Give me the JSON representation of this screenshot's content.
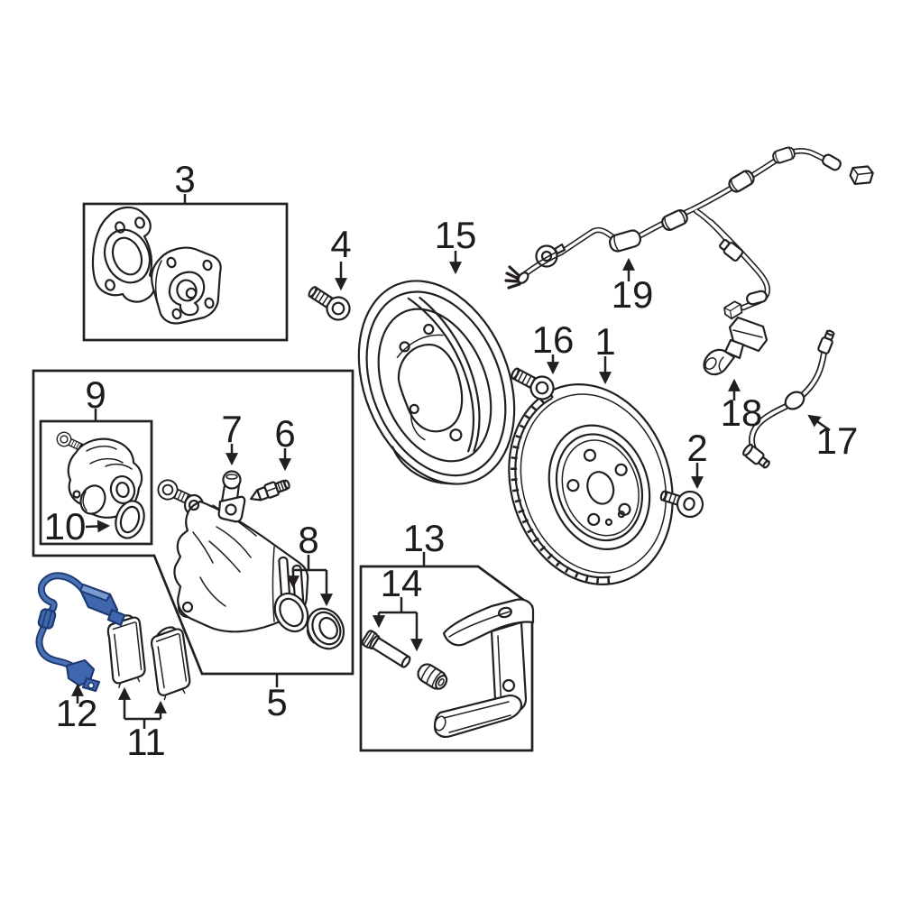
{
  "diagram": {
    "type": "exploded-parts-diagram",
    "subject": "rear-disc-brake-assembly",
    "background_color": "#ffffff",
    "line_color": "#231f20",
    "highlight_fill_color": "#4067ae",
    "highlight_outline_color": "#1d3a73",
    "callouts": [
      {
        "number": "1",
        "part": "brake-rotor",
        "highlighted": false
      },
      {
        "number": "2",
        "part": "rotor-retaining-screw",
        "highlighted": false
      },
      {
        "number": "3",
        "part": "hub-and-bearing-set",
        "highlighted": false
      },
      {
        "number": "4",
        "part": "hub-bolt",
        "highlighted": false
      },
      {
        "number": "5",
        "part": "brake-caliper-assembly",
        "highlighted": false
      },
      {
        "number": "6",
        "part": "bleeder-screw",
        "highlighted": false
      },
      {
        "number": "7",
        "part": "caliper-guide-pin",
        "highlighted": false
      },
      {
        "number": "8",
        "part": "piston-and-seal",
        "highlighted": false
      },
      {
        "number": "9",
        "part": "parking-brake-actuator",
        "highlighted": false
      },
      {
        "number": "10",
        "part": "actuator-o-ring",
        "highlighted": false
      },
      {
        "number": "11",
        "part": "brake-pad-set",
        "highlighted": false
      },
      {
        "number": "12",
        "part": "abs-wheel-speed-sensor-wire",
        "highlighted": true
      },
      {
        "number": "13",
        "part": "caliper-bracket-kit",
        "highlighted": false
      },
      {
        "number": "14",
        "part": "guide-pin-and-bushing",
        "highlighted": false
      },
      {
        "number": "15",
        "part": "brake-splash-shield",
        "highlighted": false
      },
      {
        "number": "16",
        "part": "caliper-mount-bolt",
        "highlighted": false
      },
      {
        "number": "17",
        "part": "brake-hydraulic-hose",
        "highlighted": false
      },
      {
        "number": "18",
        "part": "sensor",
        "highlighted": false
      },
      {
        "number": "19",
        "part": "abs-harness-connector-wire",
        "highlighted": false
      }
    ]
  }
}
